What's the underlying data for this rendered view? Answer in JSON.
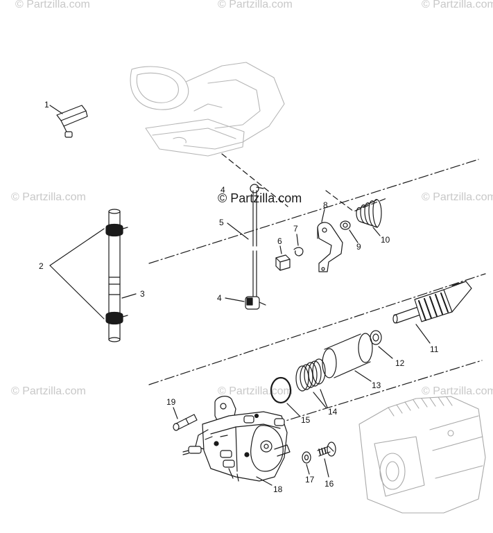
{
  "watermarks": {
    "top_left": "© Partzilla.com",
    "top_center": "© Partzilla.com",
    "top_right": "© Partzilla.com",
    "mid_left": "© Partzilla.com",
    "mid_center": "© Partzilla.com",
    "mid_right": "© Partzilla.com",
    "low_left": "© Partzilla.com",
    "low_center": "© Partzilla.com",
    "low_right": "© Partzilla.com"
  },
  "callouts": [
    "1",
    "2",
    "3",
    "4",
    "4",
    "5",
    "6",
    "7",
    "8",
    "9",
    "10",
    "11",
    "12",
    "13",
    "14",
    "15",
    "16",
    "17",
    "18",
    "19"
  ],
  "colors": {
    "line": "#1a1a1a",
    "faint": "#b0b0b0",
    "watermark": "#c8c8c8"
  }
}
